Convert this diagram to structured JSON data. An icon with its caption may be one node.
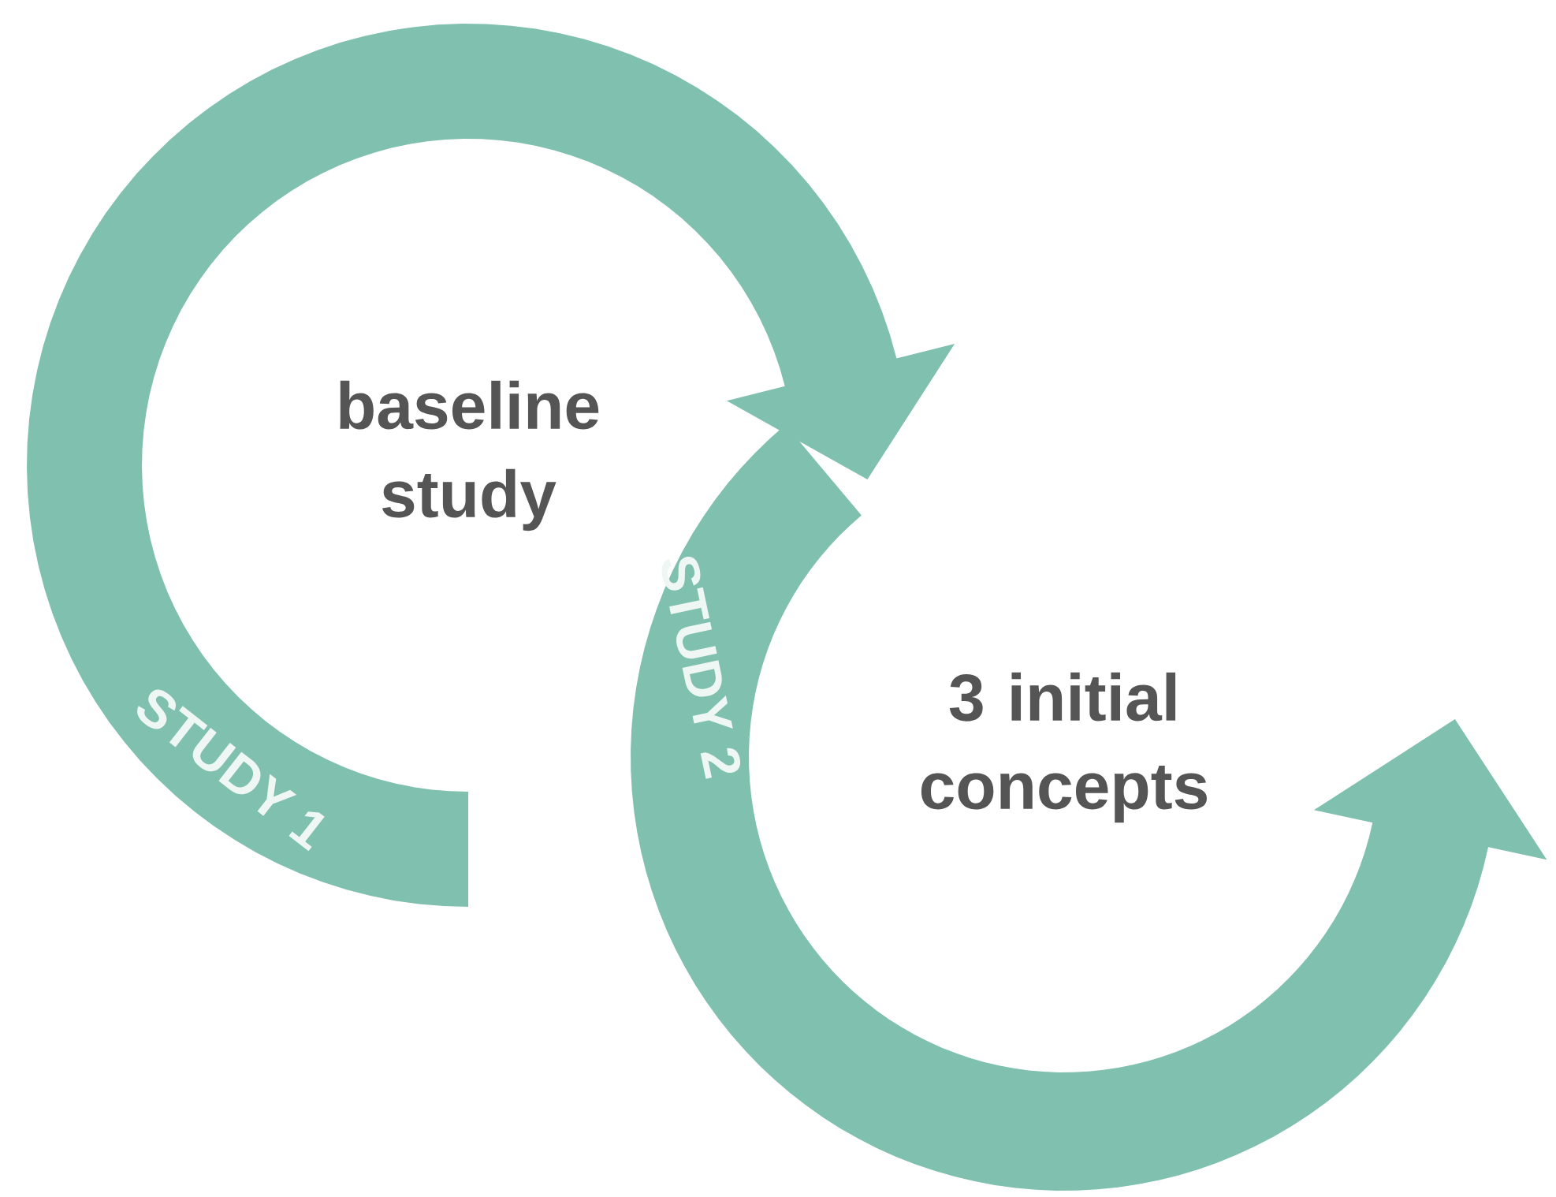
{
  "diagram": {
    "nodes": [
      {
        "text": [
          "STUDY 1"
        ]
      },
      {
        "text": [
          "STUDY 2"
        ]
      }
    ],
    "labels": [
      "baseline study",
      "3 initial concepts"
    ]
  }
}
